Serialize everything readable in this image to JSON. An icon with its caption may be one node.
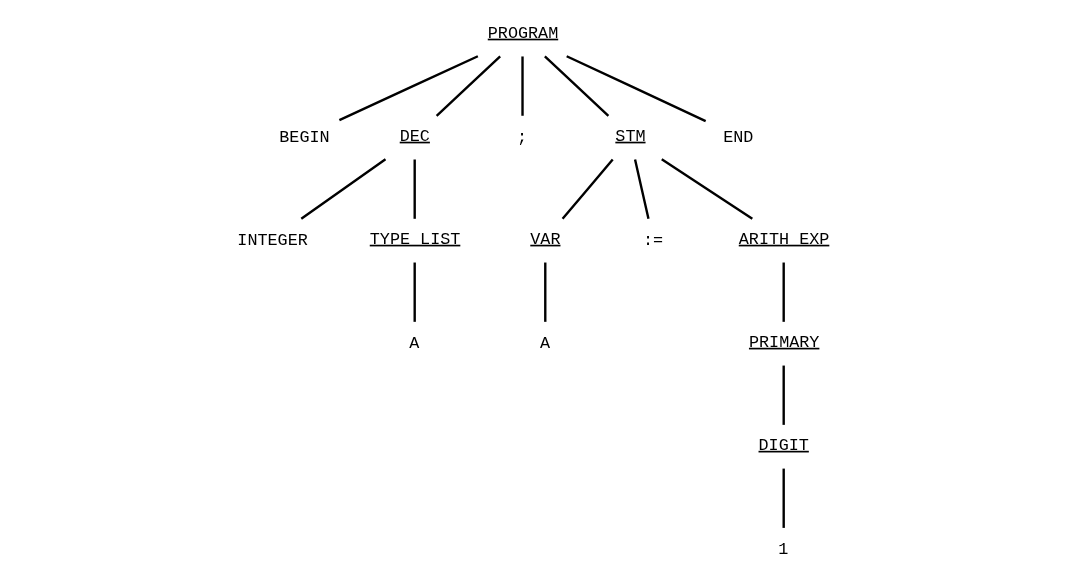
{
  "diagram": {
    "nodes": [
      {
        "text": [
          "PROGRAM"
        ]
      },
      {
        "text": [
          "BEGIN"
        ]
      },
      {
        "text": [
          "DEC"
        ]
      },
      {
        "text": [
          ";"
        ]
      },
      {
        "text": [
          "STM"
        ]
      },
      {
        "text": [
          "END"
        ]
      },
      {
        "text": [
          "INTEGER"
        ]
      },
      {
        "text": [
          "TYPE LIST"
        ]
      },
      {
        "text": [
          "VAR"
        ]
      },
      {
        "text": [
          ":="
        ]
      },
      {
        "text": [
          "ARITH EXP"
        ]
      },
      {
        "text": [
          "A"
        ]
      },
      {
        "text": [
          "A"
        ]
      },
      {
        "text": [
          "PRIMARY"
        ]
      },
      {
        "text": [
          "DIGIT"
        ]
      },
      {
        "text": [
          "1"
        ]
      }
    ],
    "edges": [
      {
        "from": 0,
        "to": 1,
        "arrow": "none"
      },
      {
        "from": 0,
        "to": 2,
        "arrow": "none"
      },
      {
        "from": 0,
        "to": 3,
        "arrow": "none"
      },
      {
        "from": 0,
        "to": 4,
        "arrow": "none"
      },
      {
        "from": 0,
        "to": 5,
        "arrow": "none"
      },
      {
        "from": 2,
        "to": 6,
        "arrow": "none"
      },
      {
        "from": 2,
        "to": 7,
        "arrow": "none"
      },
      {
        "from": 4,
        "to": 8,
        "arrow": "none"
      },
      {
        "from": 4,
        "to": 9,
        "arrow": "none"
      },
      {
        "from": 4,
        "to": 10,
        "arrow": "none"
      },
      {
        "from": 7,
        "to": 11,
        "arrow": "none"
      },
      {
        "from": 8,
        "to": 12,
        "arrow": "none"
      },
      {
        "from": 10,
        "to": 13,
        "arrow": "none"
      },
      {
        "from": 13,
        "to": 14,
        "arrow": "none"
      },
      {
        "from": 14,
        "to": 15,
        "arrow": "none"
      }
    ]
  }
}
